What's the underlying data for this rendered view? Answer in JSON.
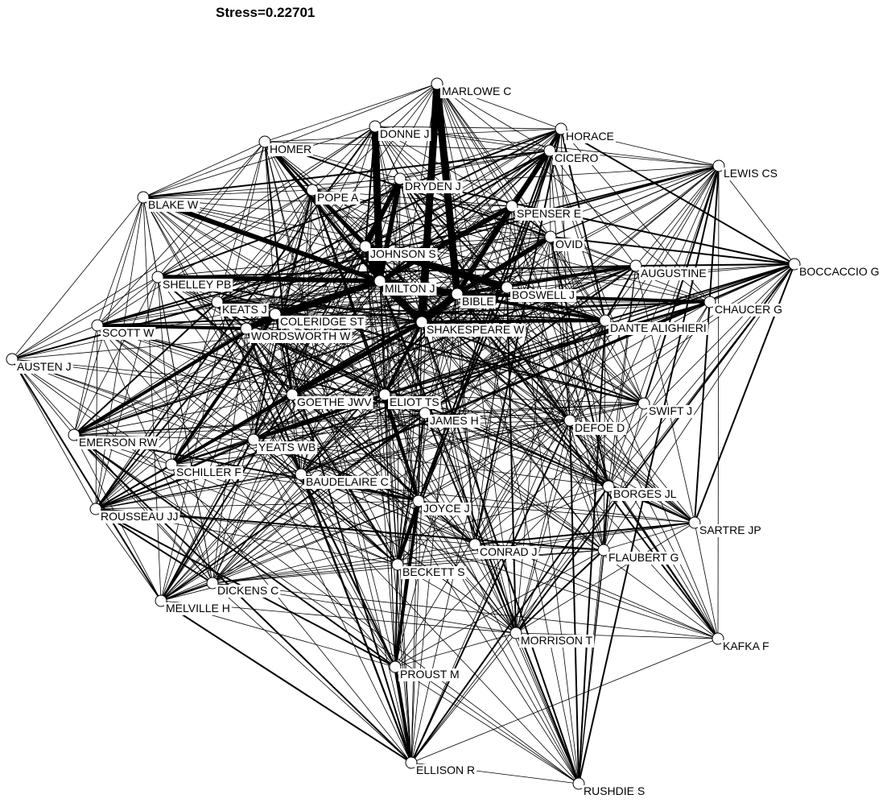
{
  "title": "Stress=0.22701",
  "colors": {
    "background": "#ffffff",
    "edge": "#000000",
    "node_fill": "#ffffff",
    "text": "#000000"
  },
  "nodes": [
    {
      "id": "marlowe",
      "label": "MARLOWE C"
    },
    {
      "id": "donne",
      "label": "DONNE J"
    },
    {
      "id": "horace",
      "label": "HORACE"
    },
    {
      "id": "homer",
      "label": "HOMER"
    },
    {
      "id": "cicero",
      "label": "CICERO"
    },
    {
      "id": "lewis",
      "label": "LEWIS CS"
    },
    {
      "id": "dryden",
      "label": "DRYDEN J"
    },
    {
      "id": "pope",
      "label": "POPE A"
    },
    {
      "id": "blake",
      "label": "BLAKE W"
    },
    {
      "id": "spenser",
      "label": "SPENSER E"
    },
    {
      "id": "ovid",
      "label": "OVID"
    },
    {
      "id": "johnson",
      "label": "JOHNSON S"
    },
    {
      "id": "boccaccio",
      "label": "BOCCACCIO G"
    },
    {
      "id": "augustine",
      "label": "AUGUSTINE"
    },
    {
      "id": "shelley",
      "label": "SHELLEY PB"
    },
    {
      "id": "milton",
      "label": "MILTON J"
    },
    {
      "id": "bible",
      "label": "BIBLE"
    },
    {
      "id": "boswell",
      "label": "BOSWELL J"
    },
    {
      "id": "keats",
      "label": "KEATS J"
    },
    {
      "id": "coleridge",
      "label": "COLERIDGE ST"
    },
    {
      "id": "chaucer",
      "label": "CHAUCER G"
    },
    {
      "id": "scott",
      "label": "SCOTT W"
    },
    {
      "id": "wordsworth",
      "label": "WORDSWORTH W"
    },
    {
      "id": "shakespeare",
      "label": "SHAKESPEARE W"
    },
    {
      "id": "dante",
      "label": "DANTE ALIGHIERI"
    },
    {
      "id": "austen",
      "label": "AUSTEN J"
    },
    {
      "id": "goethe",
      "label": "GOETHE JWV"
    },
    {
      "id": "eliot",
      "label": "ELIOT TS"
    },
    {
      "id": "swift",
      "label": "SWIFT J"
    },
    {
      "id": "james",
      "label": "JAMES H"
    },
    {
      "id": "defoe",
      "label": "DEFOE D"
    },
    {
      "id": "emerson",
      "label": "EMERSON RW"
    },
    {
      "id": "yeats",
      "label": "YEATS WB"
    },
    {
      "id": "schiller",
      "label": "SCHILLER F"
    },
    {
      "id": "baudelaire",
      "label": "BAUDELAIRE C"
    },
    {
      "id": "borges",
      "label": "BORGES JL"
    },
    {
      "id": "joyce",
      "label": "JOYCE J"
    },
    {
      "id": "rousseau",
      "label": "ROUSSEAU JJ"
    },
    {
      "id": "sartre",
      "label": "SARTRE JP"
    },
    {
      "id": "conrad",
      "label": "CONRAD J"
    },
    {
      "id": "flaubert",
      "label": "FLAUBERT G"
    },
    {
      "id": "beckett",
      "label": "BECKETT S"
    },
    {
      "id": "dickens",
      "label": "DICKENS C"
    },
    {
      "id": "melville",
      "label": "MELVILLE H"
    },
    {
      "id": "morrison",
      "label": "MORRISON T"
    },
    {
      "id": "kafka",
      "label": "KAFKA F"
    },
    {
      "id": "proust",
      "label": "PROUST M"
    },
    {
      "id": "ellison",
      "label": "ELLISON R"
    },
    {
      "id": "rushdie",
      "label": "RUSHDIE S"
    }
  ],
  "strong_edges": [
    [
      "milton",
      "bible"
    ],
    [
      "shakespeare",
      "bible"
    ],
    [
      "shakespeare",
      "milton"
    ],
    [
      "johnson",
      "milton"
    ],
    [
      "johnson",
      "boswell"
    ],
    [
      "marlowe",
      "bible"
    ],
    [
      "marlowe",
      "shakespeare"
    ],
    [
      "donne",
      "milton"
    ],
    [
      "dryden",
      "milton"
    ],
    [
      "dryden",
      "johnson"
    ],
    [
      "spenser",
      "milton"
    ],
    [
      "spenser",
      "bible"
    ],
    [
      "ovid",
      "bible"
    ],
    [
      "coleridge",
      "wordsworth"
    ],
    [
      "coleridge",
      "milton"
    ],
    [
      "keats",
      "coleridge"
    ],
    [
      "wordsworth",
      "milton"
    ],
    [
      "shelley",
      "milton"
    ],
    [
      "blake",
      "milton"
    ],
    [
      "goethe",
      "shakespeare"
    ],
    [
      "goethe",
      "schiller"
    ],
    [
      "eliot",
      "shakespeare"
    ],
    [
      "eliot",
      "joyce"
    ],
    [
      "yeats",
      "eliot"
    ],
    [
      "cicero",
      "bible"
    ],
    [
      "horace",
      "bible"
    ],
    [
      "augustine",
      "bible"
    ],
    [
      "chaucer",
      "bible"
    ],
    [
      "shakespeare",
      "dante"
    ],
    [
      "bible",
      "dante"
    ],
    [
      "pope",
      "johnson"
    ],
    [
      "homer",
      "milton"
    ],
    [
      "scott",
      "wordsworth"
    ],
    [
      "emerson",
      "coleridge"
    ],
    [
      "schiller",
      "coleridge"
    ],
    [
      "ellison",
      "proust"
    ],
    [
      "beckett",
      "joyce"
    ],
    [
      "proust",
      "joyce"
    ]
  ]
}
